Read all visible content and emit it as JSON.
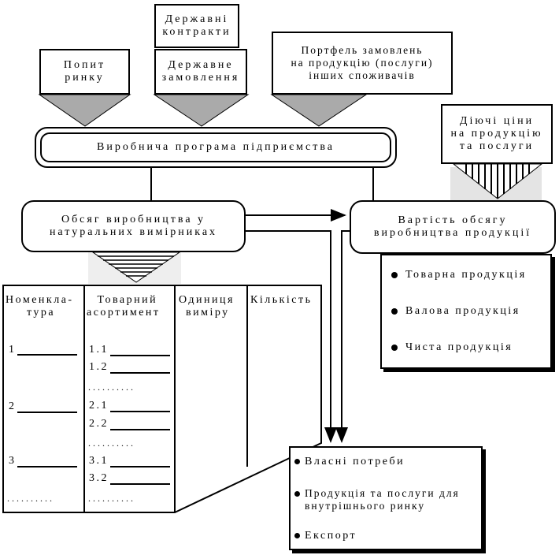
{
  "top": {
    "market_demand": [
      "Попит",
      "ринку"
    ],
    "state_contracts": [
      "Державні",
      "контракти"
    ],
    "state_order": [
      "Державне",
      "замовлення"
    ],
    "order_portfolio": [
      "Портфель замовлень",
      "на продукцію (послуги)",
      "інших споживачів"
    ]
  },
  "program": "Виробнича програма підприємства",
  "prices": [
    "Діючі ціни",
    "на продукцію",
    "та послуги"
  ],
  "volume_natural": [
    "Обсяг виробництва у",
    "натуральних вимірниках"
  ],
  "volume_value": [
    "Вартість обсягу",
    "виробництва продукції"
  ],
  "products": [
    "Товарна продукція",
    "Валова продукція",
    "Чиста продукція"
  ],
  "table": {
    "headers": [
      [
        "Номенкла-",
        "тура"
      ],
      [
        "Товарний",
        "асортимент"
      ],
      [
        "Одиниця",
        "виміру"
      ],
      [
        "Кількість"
      ]
    ],
    "nomenclature": [
      "1",
      "2",
      "3"
    ],
    "assortment": [
      "1.1",
      "1.2",
      "2.1",
      "2.2",
      "3.1",
      "3.2"
    ],
    "dots": ".........."
  },
  "uses": [
    "Власні потреби",
    "Продукція та послуги для внутрішнього ринку",
    "Експорт"
  ]
}
